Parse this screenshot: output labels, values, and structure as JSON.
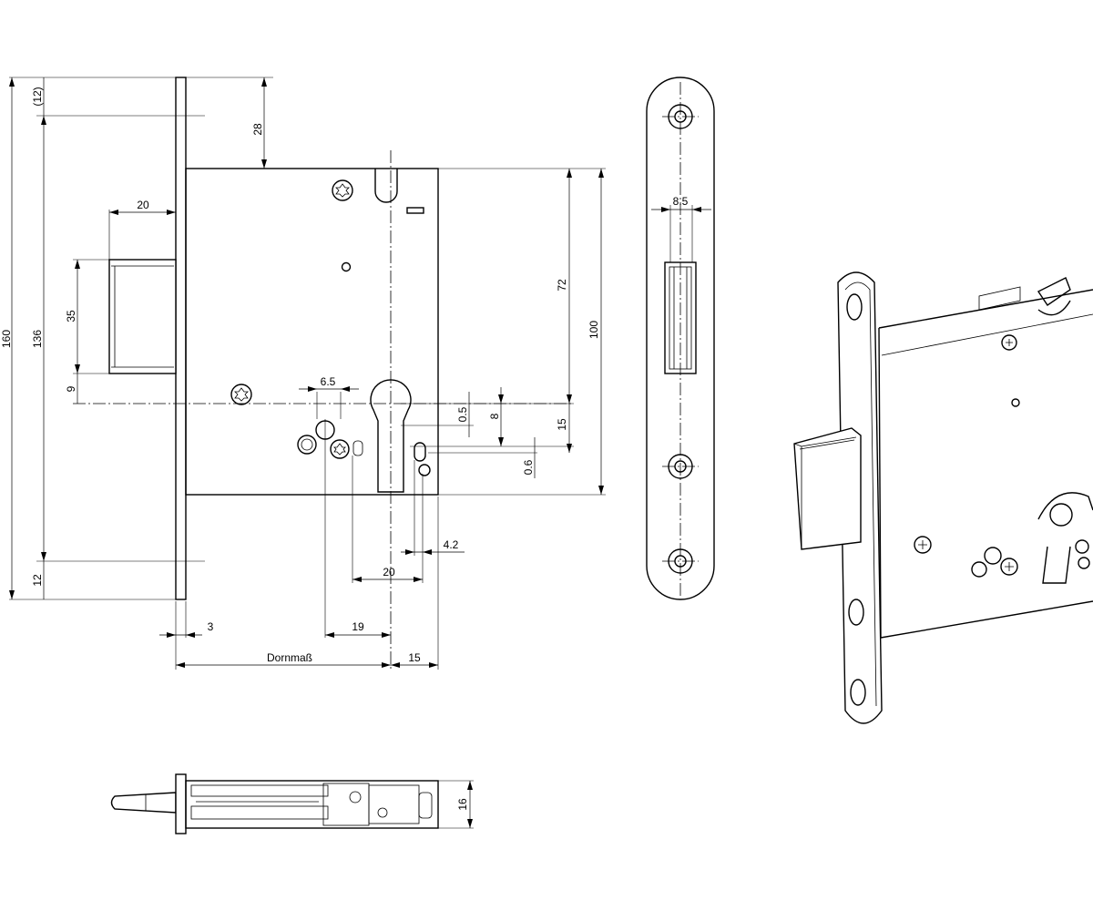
{
  "dimensions": {
    "overall_height": "160",
    "faceplate_span": "136",
    "top_offset": "(12)",
    "bottom_offset": "12",
    "case_top": "28",
    "bolt_projection": "20",
    "bolt_height": "35",
    "bolt_to_axis": "9",
    "cam_offset": "6.5",
    "offset_half_mm": "0.5",
    "offset_8": "8",
    "offset_15": "15",
    "offset_06": "0.6",
    "distance_72": "72",
    "case_height": "100",
    "pin_4_2": "4.2",
    "hole_20": "20",
    "hole_19": "19",
    "faceplate_3": "3",
    "backset_label": "Dornmaß",
    "backset_end": "15",
    "strike_width": "8.5",
    "depth_16": "16"
  }
}
